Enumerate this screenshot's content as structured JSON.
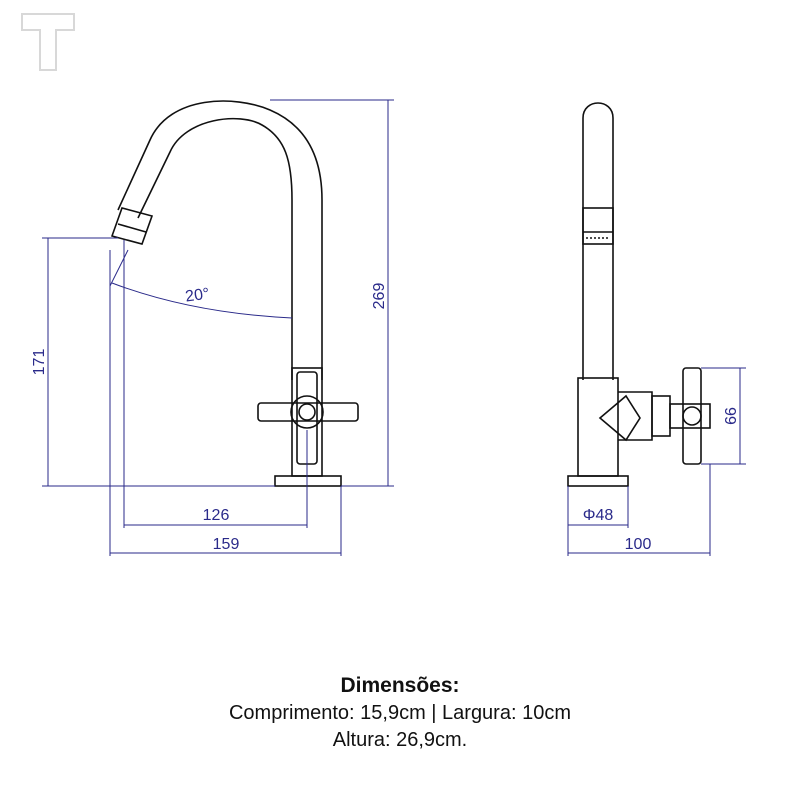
{
  "dimensions": {
    "height_spout": "171",
    "height_total": "269",
    "angle": "20°",
    "reach_126": "126",
    "length_159": "159",
    "handle_66": "66",
    "base_diameter": "Φ48",
    "width_100": "100"
  },
  "caption": {
    "title": "Dimensões:",
    "line1": "Comprimento: 15,9cm | Largura: 10cm",
    "line2": "Altura: 26,9cm."
  },
  "colors": {
    "outline": "#111111",
    "dimension": "#2a2a8a"
  },
  "icons": [
    "brand-logo-icon"
  ]
}
